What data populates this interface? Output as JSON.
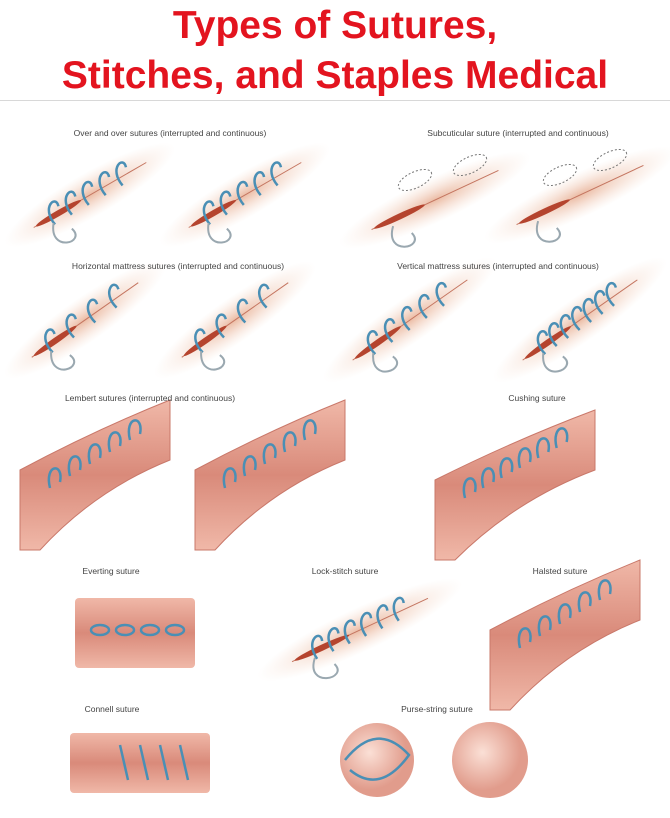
{
  "title": {
    "line1": "Types of Sutures,",
    "line2": "Stitches, and Staples Medical"
  },
  "panels": [
    {
      "label": "Over and over sutures (interrupted and continuous)"
    },
    {
      "label": "Subcuticular suture (interrupted and continuous)"
    },
    {
      "label": "Horizontal mattress sutures (interrupted and continuous)"
    },
    {
      "label": "Vertical mattress sutures (interrupted and continuous)"
    },
    {
      "label": "Lembert sutures (interrupted and continuous)"
    },
    {
      "label": "Cushing suture"
    },
    {
      "label": "Everting suture"
    },
    {
      "label": "Lock-stitch suture"
    },
    {
      "label": "Halsted suture"
    },
    {
      "label": "Connell suture"
    },
    {
      "label": "Purse-string suture"
    }
  ],
  "colors": {
    "title": "#e3141f",
    "suture": "#4a8fb5",
    "tissue": "#e8a89a",
    "wound": "#b5442e"
  }
}
